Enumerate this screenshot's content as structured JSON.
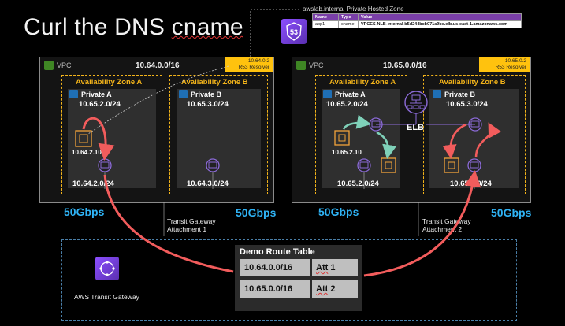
{
  "title": {
    "prefix": "Curl the DNS ",
    "underlined": "cname"
  },
  "dns": {
    "zone_label": "awslab.internal Private Hosted Zone",
    "headers": [
      "Name",
      "Type",
      "Value"
    ],
    "row": [
      "app1",
      "cname",
      "VPCES-NLB-internal-b5d244bcb071a9be.elb.us-east-1.amazonaws.com"
    ]
  },
  "vpc_left": {
    "label": "VPC",
    "cidr": "10.64.0.0/16",
    "resolver_ip": "10.64.0.2",
    "resolver_label": "R53 Resolver",
    "az_a": {
      "label": "Availability Zone A",
      "subnet": "Private A",
      "subnet_cidr": "10.65.2.0/24",
      "instance_ip": "10.64.2.10",
      "eni_cidr": "10.64.2.0/24"
    },
    "az_b": {
      "label": "Availability Zone B",
      "subnet": "Private B",
      "subnet_cidr": "10.65.3.0/24",
      "eni_cidr": "10.64.3.0/24"
    }
  },
  "vpc_right": {
    "label": "VPC",
    "cidr": "10.65.0.0/16",
    "resolver_ip": "10.65.0.2",
    "resolver_label": "R53 Resolver",
    "elb_label": "ELB",
    "az_a": {
      "label": "Availability Zone A",
      "subnet": "Private A",
      "subnet_cidr": "10.65.2.0/24",
      "instance_ip": "10.65.2.10",
      "eni_cidr": "10.65.2.0/24"
    },
    "az_b": {
      "label": "Availability Zone B",
      "subnet": "Private B",
      "subnet_cidr": "10.65.3.0/24",
      "eni_cidr": "10.65.3.0/24"
    }
  },
  "bandwidth": [
    "50Gbps",
    "50Gbps",
    "50Gbps",
    "50Gbps"
  ],
  "attachments": {
    "att1": [
      "Transit Gateway",
      "Attachment 1"
    ],
    "att2": [
      "Transit Gateway",
      "Attachment  2"
    ]
  },
  "tgw": {
    "label": "AWS Transit Gateway"
  },
  "route_table": {
    "title": "Demo Route Table",
    "rows": [
      {
        "cidr": "10.64.0.0/16",
        "att_prefix": "Att",
        "att_num": " 1"
      },
      {
        "cidr": "10.65.0.0/16",
        "att_prefix": "Att",
        "att_num": " 2"
      }
    ]
  },
  "colors": {
    "aws_orange": "#f2b31a",
    "route_red": "#f25c5c",
    "teal": "#7fd1b9",
    "purple": "#7a3fa8",
    "gbps_blue": "#2fb3f5"
  }
}
